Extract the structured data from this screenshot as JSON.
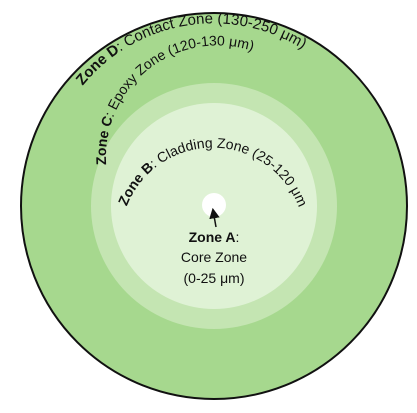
{
  "colors": {
    "zone_d_fill": "#a6d88e",
    "zone_c_fill": "#c4e5b2",
    "zone_b_fill": "#dff2d5",
    "zone_a_fill": "#ffffff",
    "outline": "#111111",
    "text": "#111111"
  },
  "zones": {
    "d": {
      "name": "Zone D",
      "sep": ": ",
      "desc": "Contact Zone (130-250 μm)"
    },
    "c": {
      "name": "Zone C",
      "sep": ": ",
      "desc": "Epoxy Zone (120-130 μm)"
    },
    "b": {
      "name": "Zone B",
      "sep": ": ",
      "desc": "Cladding Zone (25-120 μm)"
    },
    "a": {
      "name": "Zone A",
      "sep": ":",
      "line2": "Core Zone",
      "line3": "(0-25 μm)"
    }
  }
}
